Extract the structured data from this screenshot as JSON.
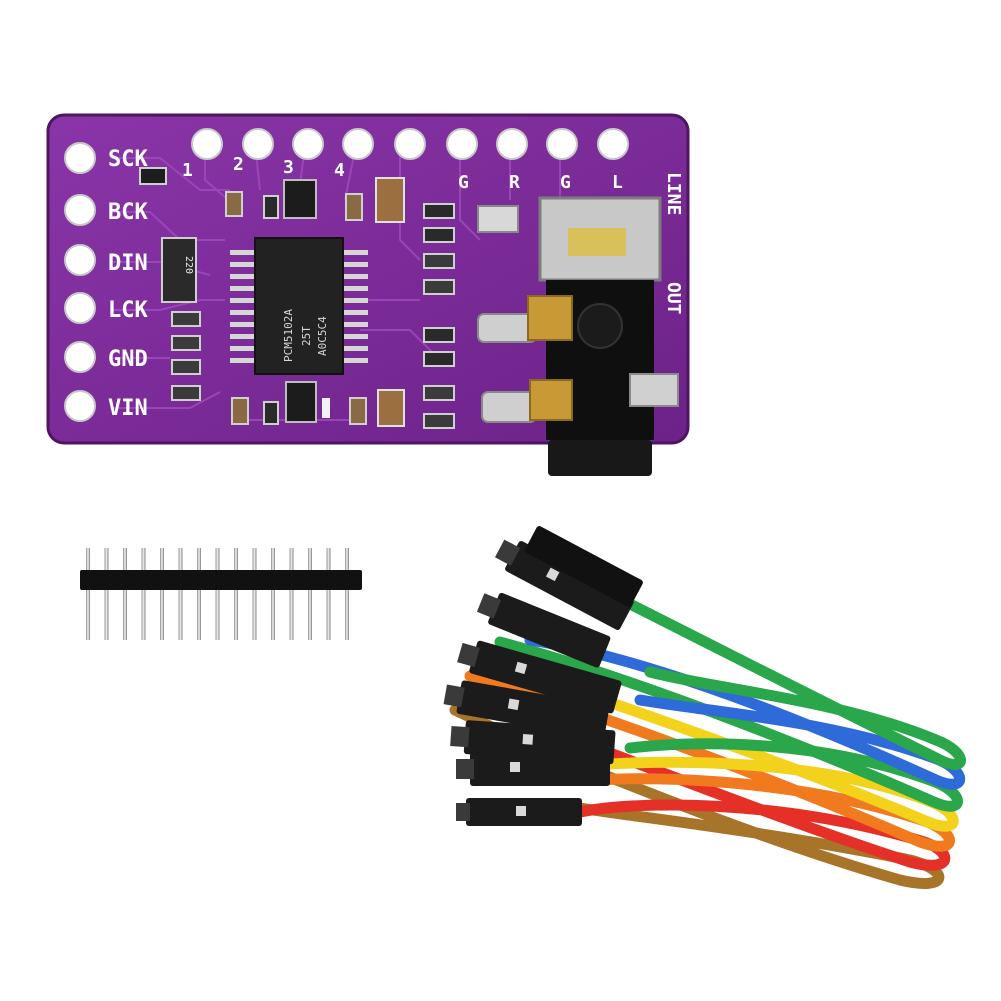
{
  "product_photo": {
    "board": {
      "color": "#7b2c9a",
      "side_pin_labels": [
        "SCK",
        "BCK",
        "DIN",
        "LCK",
        "GND",
        "VIN"
      ],
      "top_pin_labels": [
        "1",
        "2",
        "3",
        "4",
        "G",
        "R",
        "G",
        "L"
      ],
      "edge_labels": [
        "LINE",
        "OUT"
      ],
      "chip_marking": [
        "PCM5102A",
        "25T",
        "A0C5C4"
      ],
      "resistor_array_marking": "220"
    },
    "header_strip": {
      "pin_count": 15
    },
    "jumper_wires": {
      "colors": [
        "#b0782f",
        "#e53028",
        "#f07a1d",
        "#f3d21b",
        "#2aa74a",
        "#2f6ad9",
        "#7a3fc0"
      ]
    }
  }
}
